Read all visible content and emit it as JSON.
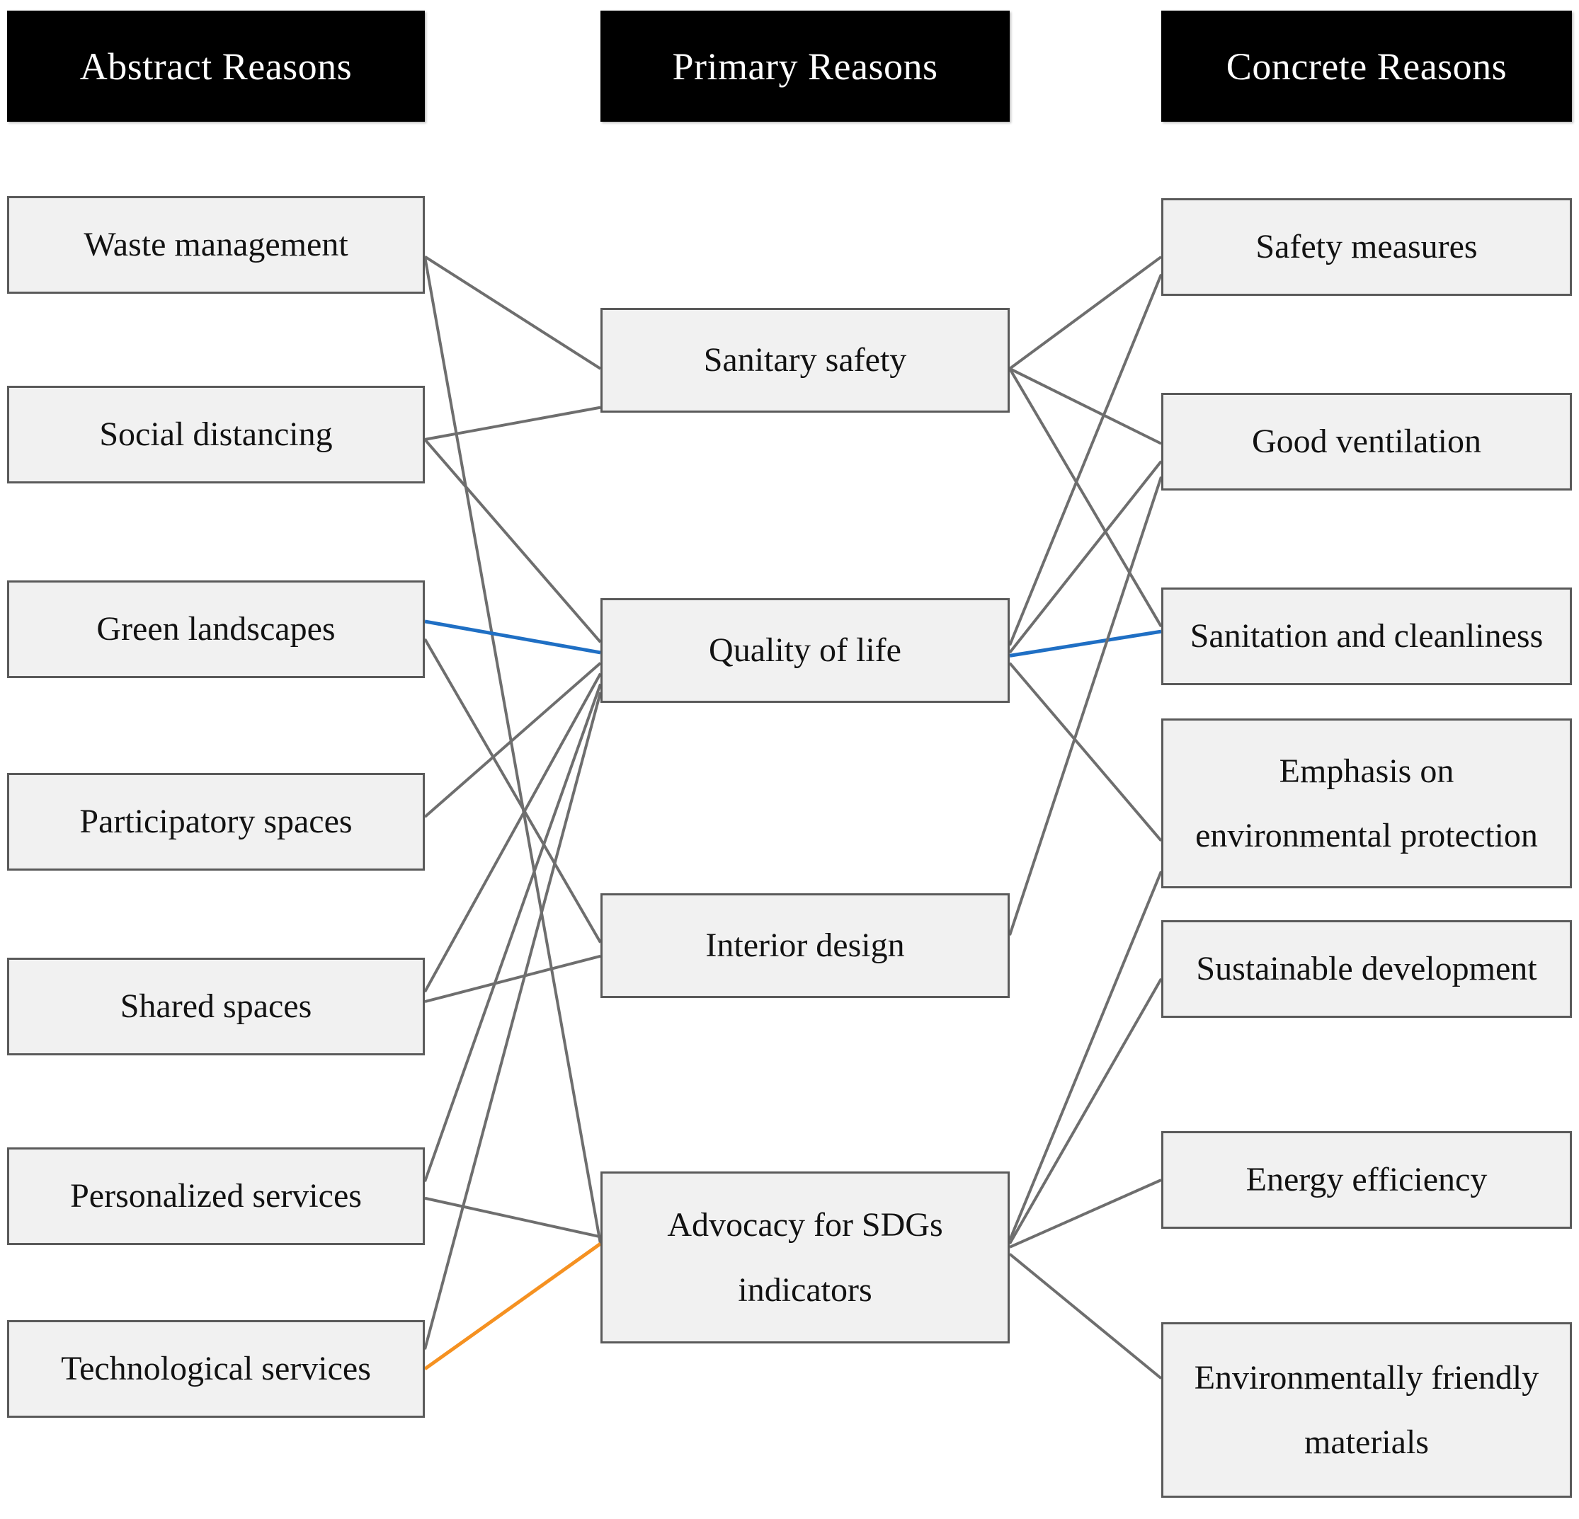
{
  "diagram": {
    "title_bar_color": "#000000",
    "node_fill": "#f1f1f1",
    "node_border": "#5a5a5a",
    "edge_color": "#6e6e6e",
    "highlight_blue": "#1f6fc4",
    "highlight_orange": "#f59121"
  },
  "headers": [
    {
      "id": "abstract",
      "label": "Abstract Reasons"
    },
    {
      "id": "primary",
      "label": "Primary Reasons"
    },
    {
      "id": "concrete",
      "label": "Concrete Reasons"
    }
  ],
  "columns": {
    "abstract": {
      "header": "Abstract Reasons",
      "items": [
        {
          "id": "waste",
          "label": "Waste management"
        },
        {
          "id": "distancing",
          "label": "Social distancing"
        },
        {
          "id": "green",
          "label": "Green landscapes"
        },
        {
          "id": "participatory",
          "label": "Participatory spaces"
        },
        {
          "id": "shared",
          "label": "Shared spaces"
        },
        {
          "id": "personalized",
          "label": "Personalized services"
        },
        {
          "id": "technological",
          "label": "Technological services"
        }
      ]
    },
    "primary": {
      "header": "Primary Reasons",
      "items": [
        {
          "id": "sanitary",
          "label": "Sanitary safety"
        },
        {
          "id": "quality",
          "label": "Quality of life"
        },
        {
          "id": "interior",
          "label": "Interior design"
        },
        {
          "id": "advocacy",
          "label": "Advocacy for SDGs indicators",
          "line1": "Advocacy for SDGs",
          "line2": "indicators"
        }
      ]
    },
    "concrete": {
      "header": "Concrete Reasons",
      "items": [
        {
          "id": "safety",
          "label": "Safety measures"
        },
        {
          "id": "ventilation",
          "label": "Good ventilation"
        },
        {
          "id": "sanitation",
          "label": "Sanitation and cleanliness"
        },
        {
          "id": "emphasis",
          "label": "Emphasis on environmental protection",
          "line1": "Emphasis on",
          "line2": "environmental protection"
        },
        {
          "id": "sustainable",
          "label": "Sustainable development"
        },
        {
          "id": "energy",
          "label": "Energy efficiency"
        },
        {
          "id": "materials",
          "label": "Environmentally friendly materials",
          "line1": "Environmentally friendly",
          "line2": "materials"
        }
      ]
    }
  },
  "links": [
    {
      "from": "waste",
      "to": "sanitary",
      "color": "gray"
    },
    {
      "from": "waste",
      "to": "advocacy",
      "color": "gray"
    },
    {
      "from": "distancing",
      "to": "sanitary",
      "color": "gray"
    },
    {
      "from": "distancing",
      "to": "quality",
      "color": "gray"
    },
    {
      "from": "green",
      "to": "quality",
      "color": "blue"
    },
    {
      "from": "green",
      "to": "interior",
      "color": "gray"
    },
    {
      "from": "participatory",
      "to": "quality",
      "color": "gray"
    },
    {
      "from": "shared",
      "to": "quality",
      "color": "gray"
    },
    {
      "from": "shared",
      "to": "interior",
      "color": "gray"
    },
    {
      "from": "personalized",
      "to": "quality",
      "color": "gray"
    },
    {
      "from": "personalized",
      "to": "advocacy",
      "color": "gray"
    },
    {
      "from": "technological",
      "to": "quality",
      "color": "gray"
    },
    {
      "from": "technological",
      "to": "advocacy",
      "color": "orange"
    },
    {
      "from": "sanitary",
      "to": "safety",
      "color": "gray"
    },
    {
      "from": "sanitary",
      "to": "ventilation",
      "color": "gray"
    },
    {
      "from": "sanitary",
      "to": "sanitation",
      "color": "gray"
    },
    {
      "from": "quality",
      "to": "safety",
      "color": "gray"
    },
    {
      "from": "quality",
      "to": "ventilation",
      "color": "gray"
    },
    {
      "from": "quality",
      "to": "sanitation",
      "color": "blue"
    },
    {
      "from": "quality",
      "to": "emphasis",
      "color": "gray"
    },
    {
      "from": "interior",
      "to": "ventilation",
      "color": "gray"
    },
    {
      "from": "advocacy",
      "to": "emphasis",
      "color": "gray"
    },
    {
      "from": "advocacy",
      "to": "sustainable",
      "color": "gray"
    },
    {
      "from": "advocacy",
      "to": "energy",
      "color": "gray"
    },
    {
      "from": "advocacy",
      "to": "materials",
      "color": "gray"
    }
  ]
}
